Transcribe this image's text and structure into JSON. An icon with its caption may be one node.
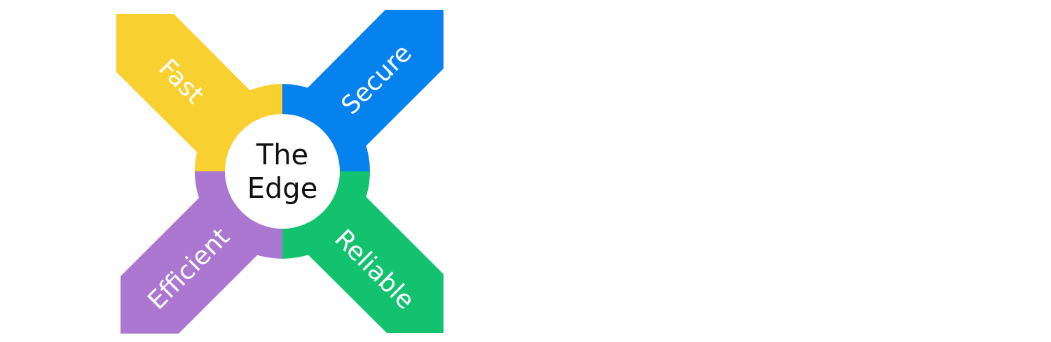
{
  "diagram": {
    "nodes": [
      {
        "text": [
          "Fast"
        ]
      },
      {
        "text": [
          "Secure"
        ]
      },
      {
        "text": [
          "The Edge"
        ]
      },
      {
        "text": [
          "Efficient"
        ]
      },
      {
        "text": [
          "Reliable"
        ]
      }
    ]
  }
}
